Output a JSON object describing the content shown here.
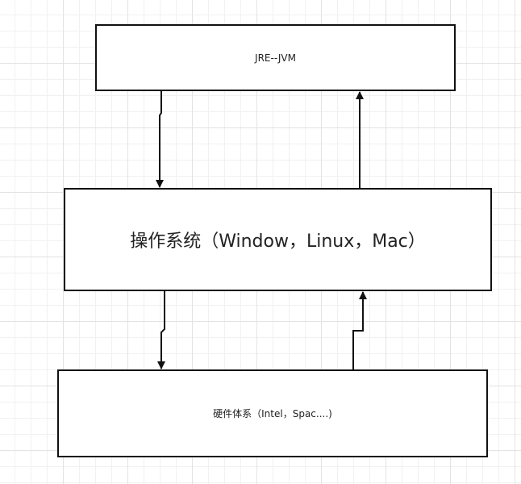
{
  "diagram": {
    "nodes": {
      "jre": "JRE--JVM",
      "os": "操作系统（Window，Linux，Mac）",
      "hardware": "硬件体系（Intel，Spac....)"
    },
    "edges": [
      {
        "from": "jre",
        "to": "os"
      },
      {
        "from": "os",
        "to": "jre"
      },
      {
        "from": "os",
        "to": "hardware"
      },
      {
        "from": "hardware",
        "to": "os"
      }
    ]
  },
  "colors": {
    "line": "#111111",
    "box_border": "#111111",
    "grid": "#e3e3e3"
  }
}
